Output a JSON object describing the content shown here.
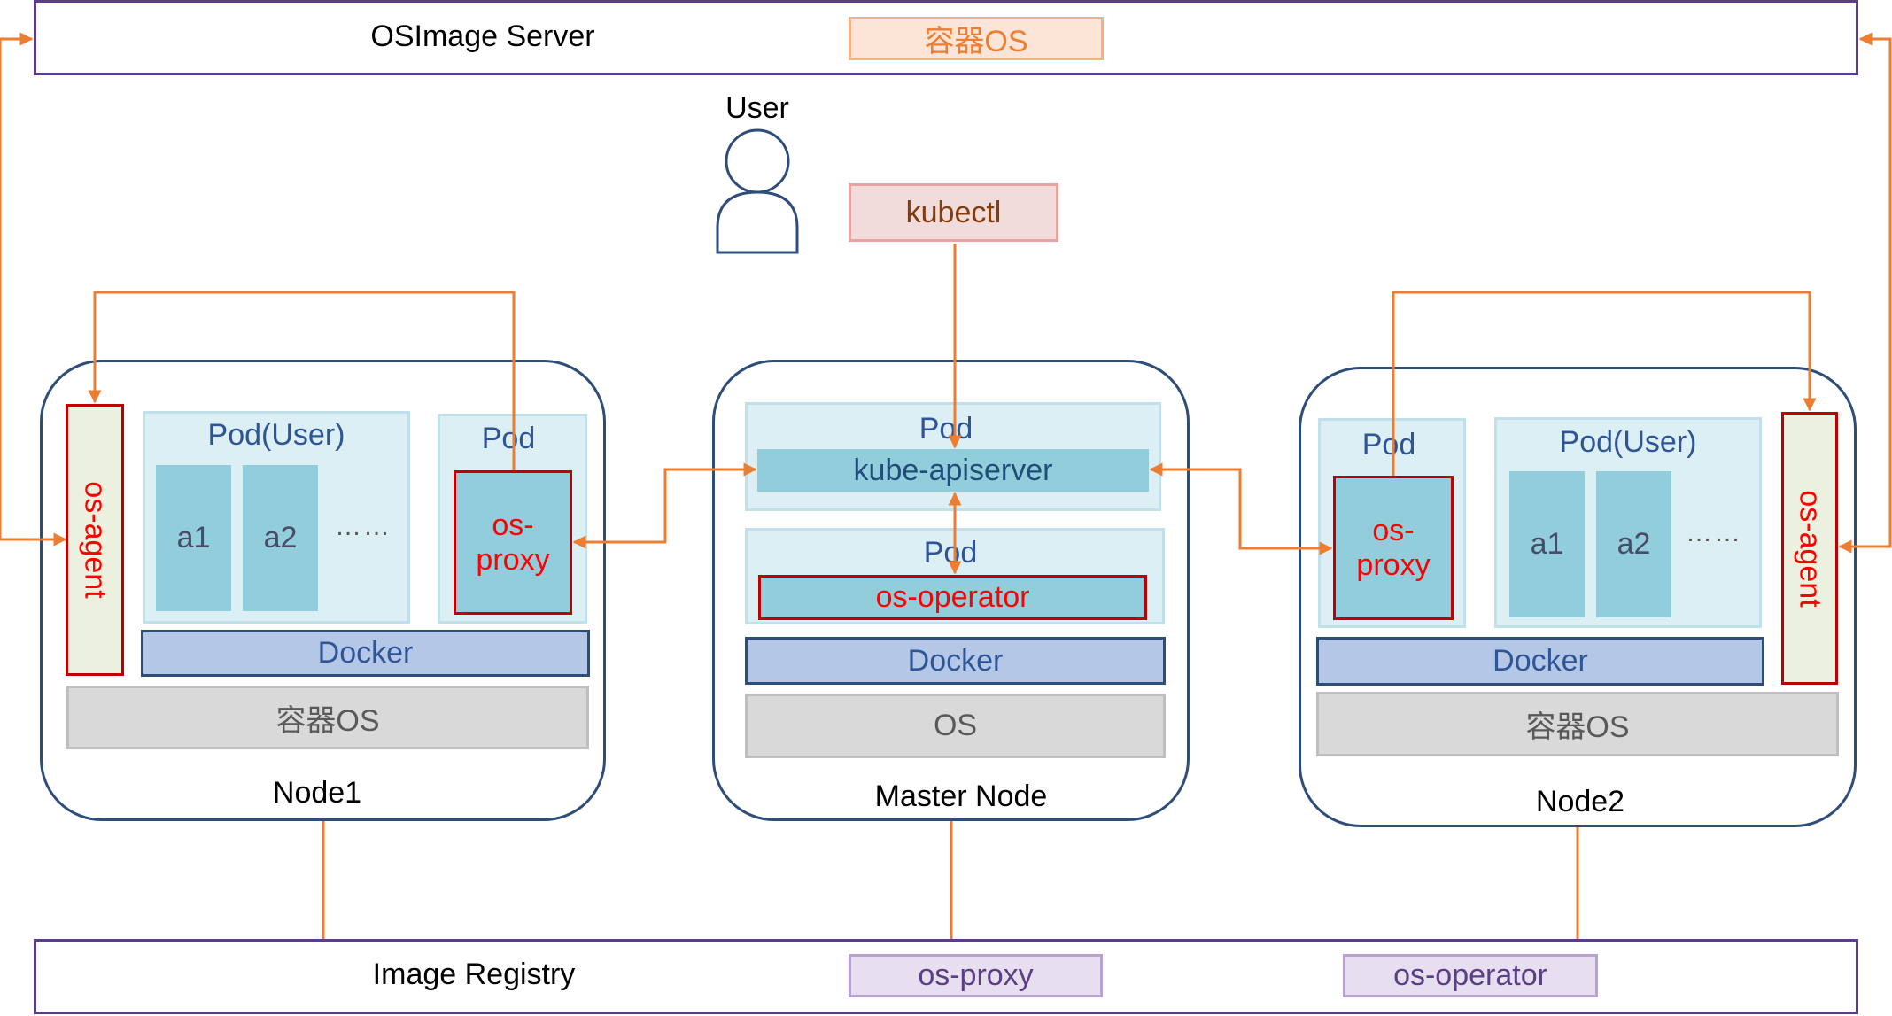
{
  "osimage_server": {
    "title": "OSImage Server",
    "badge": "容器OS"
  },
  "user": {
    "label": "User"
  },
  "kubectl": {
    "label": "kubectl"
  },
  "node1": {
    "label": "Node1",
    "agent": "os-agent",
    "pod_user": {
      "label": "Pod(User)",
      "c1": "a1",
      "c2": "a2",
      "dots": "……"
    },
    "pod": {
      "label": "Pod",
      "proxy_line1": "os-",
      "proxy_line2": "proxy"
    },
    "docker": "Docker",
    "os": "容器OS"
  },
  "master": {
    "label": "Master Node",
    "pod1": {
      "label": "Pod",
      "inner": "kube-apiserver"
    },
    "pod2": {
      "label": "Pod",
      "inner": "os-operator"
    },
    "docker": "Docker",
    "os": "OS"
  },
  "node2": {
    "label": "Node2",
    "agent": "os-agent",
    "pod": {
      "label": "Pod",
      "proxy_line1": "os-",
      "proxy_line2": "proxy"
    },
    "pod_user": {
      "label": "Pod(User)",
      "c1": "a1",
      "c2": "a2",
      "dots": "……"
    },
    "docker": "Docker",
    "os": "容器OS"
  },
  "image_registry": {
    "title": "Image Registry",
    "badge1": "os-proxy",
    "badge2": "os-operator"
  },
  "colors": {
    "connector": "#ed7d31",
    "band_border": "#5a3f86",
    "node_border": "#2e4d79"
  }
}
